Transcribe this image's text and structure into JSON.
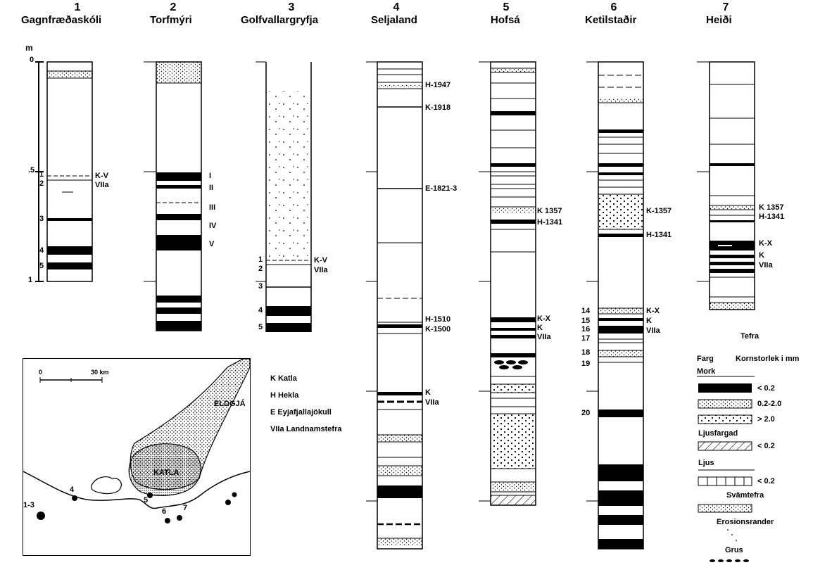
{
  "columns": [
    {
      "num": "1",
      "name": "Gagnfræðaskóli"
    },
    {
      "num": "2",
      "name": "Torfmýri"
    },
    {
      "num": "3",
      "name": "Golfvallargryfja"
    },
    {
      "num": "4",
      "name": "Seljaland"
    },
    {
      "num": "5",
      "name": "Hofsá"
    },
    {
      "num": "6",
      "name": "Ketilstaðir"
    },
    {
      "num": "7",
      "name": "Heiði"
    }
  ],
  "scale": {
    "unit": "m",
    "ticks": [
      "0",
      ".5",
      "1"
    ]
  },
  "col1": {
    "layers": [
      "1",
      "2",
      "3",
      "4",
      "5"
    ],
    "tags": [
      "K-V",
      "VIIa"
    ]
  },
  "col2": {
    "tags": [
      "I",
      "II",
      "III",
      "IV",
      "V"
    ]
  },
  "col3": {
    "layers": [
      "1",
      "2",
      "3",
      "4",
      "5"
    ],
    "tags": [
      "K-V",
      "VIIa"
    ]
  },
  "col4": {
    "tags": [
      "H-1947",
      "K-1918",
      "E-1821-3",
      "H-1510",
      "K-1500",
      "K",
      "VIIa"
    ]
  },
  "col5": {
    "tags": [
      "K 1357",
      "H-1341",
      "K-X",
      "K",
      "VIIa"
    ]
  },
  "col6": {
    "layers": [
      "14",
      "15",
      "16",
      "17",
      "18",
      "19",
      "20"
    ],
    "tags": [
      "K-1357",
      "H-1341",
      "K-X",
      "K",
      "VIIa"
    ]
  },
  "col7": {
    "tags": [
      "K 1357",
      "H-1341",
      "K-X",
      "K",
      "VIIa"
    ]
  },
  "abbreviations": [
    "K Katla",
    "H Hekla",
    "E Eyjafjallajökull",
    "VIIa Landnamstefra"
  ],
  "legend": {
    "title": "Tefra",
    "header_left": "Farg",
    "header_right": "Kornstorlek i mm",
    "group1": "Mork",
    "items": [
      "< 0.2",
      "0.2-2.0",
      "> 2.0"
    ],
    "group2": "Ljusfargad",
    "item2": "< 0.2",
    "group3": "Ljus",
    "item3": "< 0.2",
    "svamtefra": "Svämtefra",
    "erosion": "Erosionsrander",
    "grus": "Grus"
  },
  "map": {
    "scale_start": "0",
    "scale_end": "30 km",
    "eldgja": "ELDGJÁ",
    "katla": "KATLA",
    "sites": [
      "1-3",
      "4",
      "5",
      "6",
      "7"
    ]
  }
}
